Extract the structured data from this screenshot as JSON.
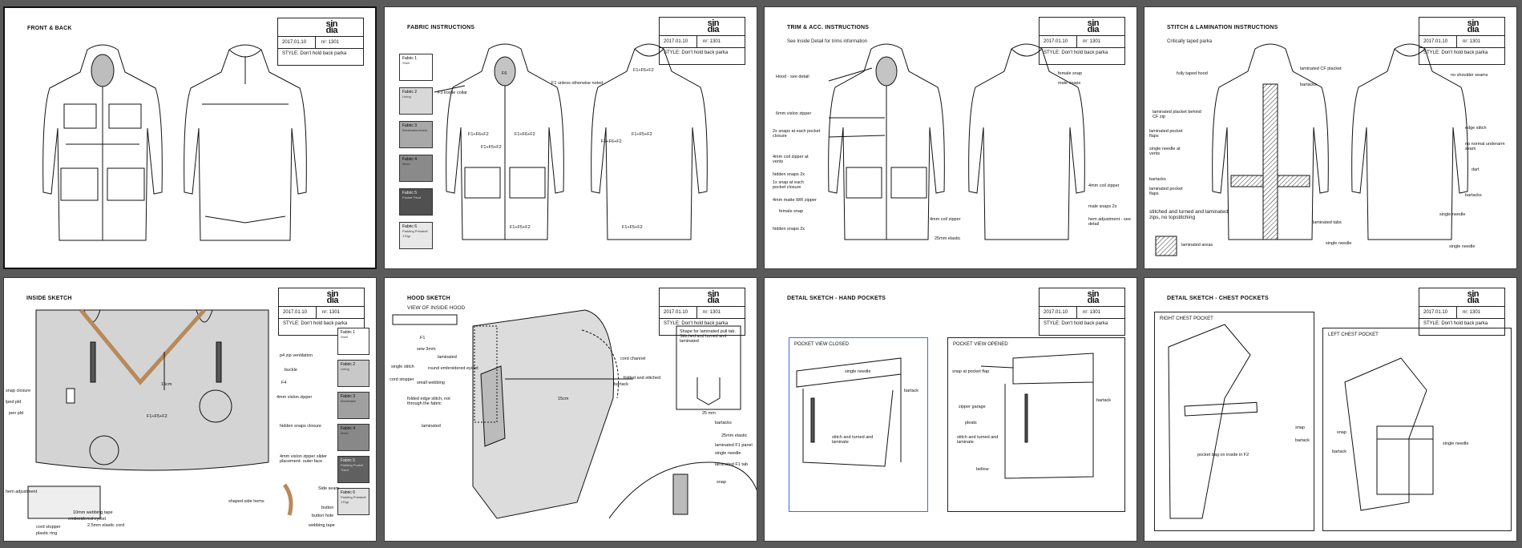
{
  "common": {
    "logo": "sin dia",
    "date": "2017.01.10",
    "nr": "nr: 1301",
    "style": "STYLE: Don't hold back parka"
  },
  "pages": [
    {
      "title": "FRONT & BACK",
      "subtitle": "",
      "labels": []
    },
    {
      "title": "FABRIC INSTRUCTIONS",
      "subtitle": "",
      "swatches": [
        {
          "name": "Fabric 1",
          "desc": "Shell",
          "color": "#ffffff"
        },
        {
          "name": "Fabric 2",
          "desc": "Lining",
          "color": "#d8d8d8"
        },
        {
          "name": "Fabric 3",
          "desc": "Breathable/shield",
          "color": "#a8a8a8"
        },
        {
          "name": "Fabric 4",
          "desc": "Mesh",
          "color": "#8a8a8a"
        },
        {
          "name": "Fabric 5",
          "desc": "Pocket Tricot",
          "color": "#505050"
        },
        {
          "name": "Fabric 6",
          "desc": "Padding Primaloft 170gr",
          "color": "#e8e8e8"
        }
      ],
      "labels": [
        "F3 inside collar",
        "F1 unless otherwise noted",
        "F6",
        "F1+F6+F2",
        "F1+F6+F2",
        "F1+F5+F2",
        "F1+F6+F2",
        "F1+F6+F2",
        "F1+F5+F2",
        "F1+F5+F2",
        "F1+F5+F2"
      ]
    },
    {
      "title": "TRIM & ACC. INSTRUCTIONS",
      "subtitle": "See Inside Detail for trims information",
      "labels": [
        "Hood - see detail",
        "female snap",
        "male snaps",
        "6mm vislon zipper",
        "2x snaps at each pocket closure",
        "4mm coil zipper at vents",
        "hidden snaps 2x",
        "1x snap at each pocket closure",
        "4mm matte WR zipper",
        "female snap",
        "hidden snaps 2x",
        "4mm coil zipper",
        "25mm elastic",
        "4mm coil zipper",
        "male snaps 2x",
        "hem adjustment - see detail"
      ]
    },
    {
      "title": "STITCH & LAMINATION INSTRUCTIONS",
      "subtitle": "Critically taped parka",
      "labels": [
        "fully taped hood",
        "laminated CF placket",
        "bartacks",
        "no shoulder seams",
        "laminated placket behind CF zip",
        "laminated pocket flaps",
        "single needle at vents",
        "edge stitch",
        "no normal underarm seam",
        "bartacks",
        "laminated pocket flaps",
        "dart",
        "stitched and turned and laminated zips, no topstitching",
        "bartacks",
        "laminated tabs",
        "single needle",
        "single needle",
        "single needle",
        "laminated areas"
      ]
    },
    {
      "title": "INSIDE SKETCH",
      "subtitle": "",
      "swatches": [
        {
          "name": "Fabric 1",
          "desc": "Shell",
          "color": "#ffffff"
        },
        {
          "name": "Fabric 2",
          "desc": "Lining",
          "color": "#c8c8c8"
        },
        {
          "name": "Fabric 3",
          "desc": "Breathable",
          "color": "#a0a0a0"
        },
        {
          "name": "Fabric 4",
          "desc": "Mesh",
          "color": "#888888"
        },
        {
          "name": "Fabric 5",
          "desc": "Padding Pocket Tricot",
          "color": "#606060"
        },
        {
          "name": "Fabric 6",
          "desc": "Padding Primaloft 170gr",
          "color": "#e0e0e0"
        }
      ],
      "labels": [
        "p4 zip ventilation",
        "buckle",
        "F4",
        "4mm vislon zipper",
        "15cm",
        "F1+F5+F2",
        "hidden snaps closure",
        "4mm vislon zipper slider placement- outer face",
        "snap closure",
        "lped pld",
        "pen pld",
        "hem adjustment",
        "10mm webbing tape",
        "embroidered eyelet",
        "2.5mm elastic cord",
        "cord stopper",
        "plastic ring",
        "shaped side hems",
        "Side seam",
        "button",
        "button hole",
        "webbing tape"
      ]
    },
    {
      "title": "HOOD SKETCH",
      "subtitle": "VIEW OF INSIDE HOOD",
      "labels": [
        "F1",
        "sew 3mm",
        "laminated",
        "single stitch",
        "round embroidered eyelet",
        "cord stopper",
        "small webbing",
        "folded edge stitch, not through the fabric",
        "laminated",
        "cord channel",
        "folded and stitched",
        "bartack",
        "15cm",
        "Shape for laminated pull tab. Stitched and turned and laminated",
        "25 mm",
        "bartacks",
        "25mm elastic",
        "laminated F1 panel",
        "single needle",
        "laminated F1 tab",
        "snap"
      ]
    },
    {
      "title": "DETAIL SKETCH - HAND POCKETS",
      "subtitle": "",
      "box1": "POCKET VIEW CLOSED",
      "box2": "POCKET VIEW OPENED",
      "labels": [
        "single needle",
        "bartack",
        "stitch and turned and laminate",
        "snap at pocket flap",
        "zipper garage",
        "bartack",
        "pleats",
        "stitch and turned and laminate",
        "bellow"
      ]
    },
    {
      "title": "DETAIL SKETCH - CHEST POCKETS",
      "subtitle": "",
      "box1": "RIGHT CHEST POCKET",
      "box2": "LEFT CHEST POCKET",
      "labels": [
        "snap",
        "bartack",
        "pocket bag on inside in F2",
        "snap",
        "bartack",
        "single needle"
      ]
    }
  ]
}
